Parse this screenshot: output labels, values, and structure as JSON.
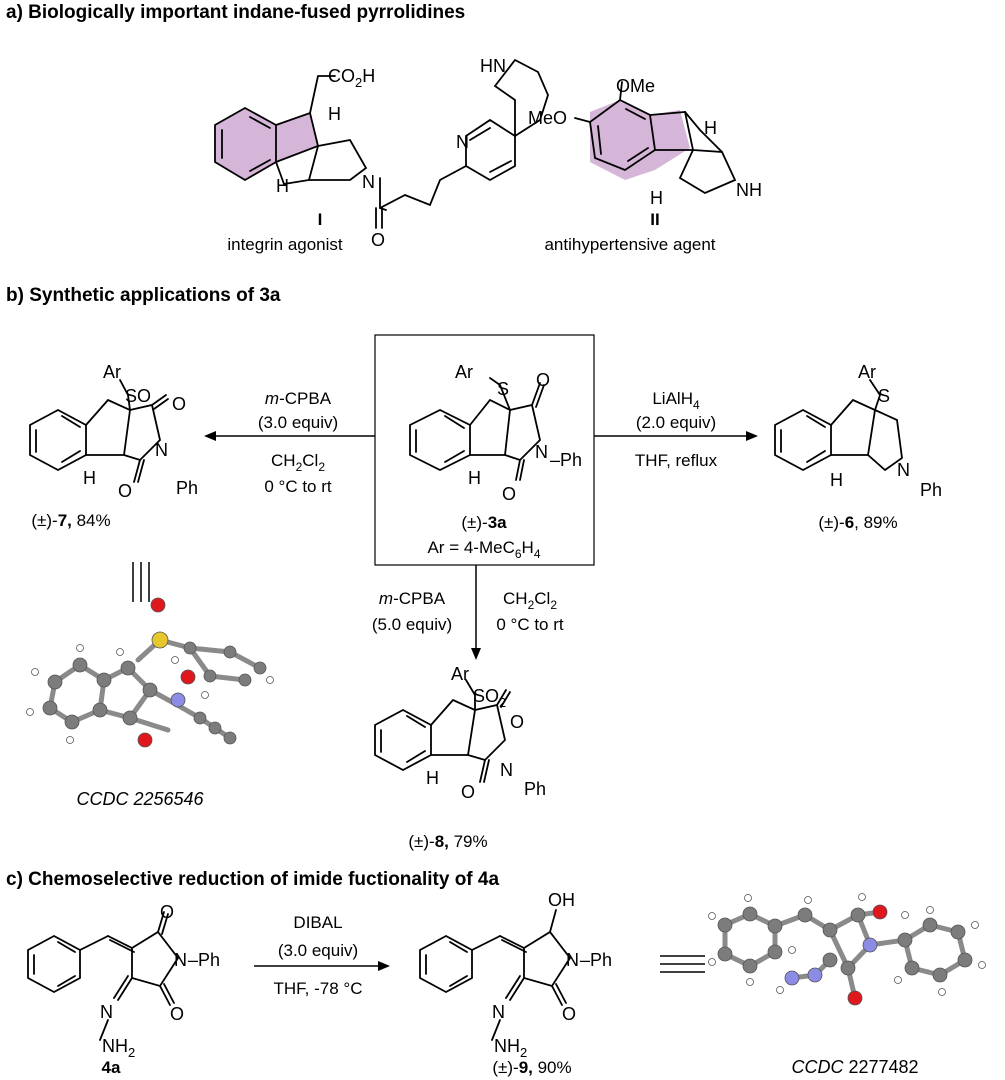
{
  "sections": {
    "a": {
      "title": "a) Biologically important indane-fused pyrrolidines"
    },
    "b": {
      "title": "b) Synthetic applications of 3a"
    },
    "c": {
      "title": "c) Chemoselective reduction of imide fuctionality of 4a"
    }
  },
  "compounds": {
    "I": {
      "id": "I",
      "caption": "integrin agonist"
    },
    "II": {
      "id": "II",
      "caption": "antihypertensive agent"
    },
    "c3a": {
      "pre": "(±)-",
      "id": "3a",
      "ar": "Ar = 4-MeC",
      "ar_sub1": "6",
      "ar_mid": "H",
      "ar_sub2": "4"
    },
    "c7": {
      "pre": "(±)-",
      "id": "7,",
      "yield": " 84%"
    },
    "c6": {
      "pre": "(±)-",
      "id": "6",
      "yield": ", 89%"
    },
    "c8": {
      "pre": "(±)-",
      "id": "8,",
      "yield": " 79%"
    },
    "c4a": {
      "id": "4a"
    },
    "c9": {
      "pre": "(±)-",
      "id": "9,",
      "yield": " 90%"
    }
  },
  "atoms": {
    "co2h": "CO",
    "co2h_sub": "2",
    "co2h_end": "H",
    "h": "H",
    "n": "N",
    "hn": "HN",
    "nh": "NH",
    "o": "O",
    "oh": "OH",
    "ome": "OMe",
    "meo": "MeO",
    "ar": "Ar",
    "s": "S",
    "so": "SO",
    "so2": "SO",
    "so2_sub": "2",
    "nph": "N",
    "ph": "Ph",
    "dash_ph": "–Ph",
    "nh2": "NH",
    "nh2_sub": "2"
  },
  "conditions": {
    "left": {
      "reagent_i": "m",
      "reagent": "-CPBA",
      "equiv": "(3.0 equiv)",
      "solvent": "CH",
      "solvent_sub1": "2",
      "solvent_mid": "Cl",
      "solvent_sub2": "2",
      "temp": "0 °C to rt"
    },
    "right": {
      "reagent": "LiAlH",
      "reagent_sub": "4",
      "equiv": "(2.0 equiv)",
      "solvent": "THF, reflux"
    },
    "down": {
      "reagent_i": "m",
      "reagent": "-CPBA",
      "equiv": "(5.0  equiv)",
      "solvent": "CH",
      "solvent_sub1": "2",
      "solvent_mid": "Cl",
      "solvent_sub2": "2",
      "temp": "0 °C to rt"
    },
    "c": {
      "reagent": "DIBAL",
      "equiv": "(3.0  equiv)",
      "solvent": "THF, -78 °C"
    }
  },
  "crystal": {
    "ccdc7": "CCDC 2256546",
    "ccdc9_pre": "CCDC",
    "ccdc9_num": " 2277482"
  },
  "colors": {
    "highlight": "#d6b6d8",
    "carbon": "#7c7c7c",
    "oxygen": "#e0171d",
    "nitrogen": "#8c8ce6",
    "sulfur": "#e8c72c",
    "hydrogen": "#ffffff"
  }
}
